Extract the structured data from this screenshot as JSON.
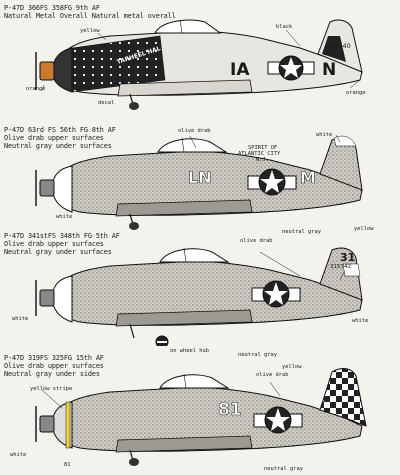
{
  "planes": [
    {
      "caption": [
        "P-47D  366FS  358FG 9th AF",
        "Natural Metal Overall  Natural metal overall"
      ],
      "labels": {
        "a": "yellow",
        "b": "black",
        "c": "orange",
        "d": "orange",
        "e": "decal"
      },
      "markings": {
        "code1": "IA",
        "code2": "N",
        "serial": "432240",
        "nose_name": "TARHEEL HAL"
      }
    },
    {
      "caption": [
        "P-47D 63rd FS 56th FG 8th AF",
        "Olive drab upper surfaces",
        "Neutral gray under surfaces"
      ],
      "labels": {
        "a": "olive drab",
        "b": "white",
        "c": "white",
        "d": "SPIRIT OF",
        "e": "ATLANTIC CITY",
        "f": "N.J."
      },
      "markings": {
        "code1": "LN",
        "code2": "M"
      }
    },
    {
      "caption": [
        "P-47D  341stFS  348th FG  5th AF",
        "Olive drab upper surfaces",
        "Neutral gray under surfaces"
      ],
      "labels": {
        "a": "olive drab",
        "b": "neutral gray",
        "c": "yellow",
        "d": "white",
        "e": "white",
        "f": "on wheel hub",
        "g": "neutral gray"
      },
      "markings": {
        "code1": "31",
        "serial": "315742"
      }
    },
    {
      "caption": [
        "P-47D  319FS  325FG 15th AF",
        "Olive drab upper surfaces",
        "Neutral gray under sides"
      ],
      "labels": {
        "a": "yellow",
        "b": "olive drab",
        "c": "yellow stripe",
        "d": "white",
        "e": "neutral gray",
        "f": "81"
      },
      "markings": {
        "code1": "81"
      }
    }
  ]
}
